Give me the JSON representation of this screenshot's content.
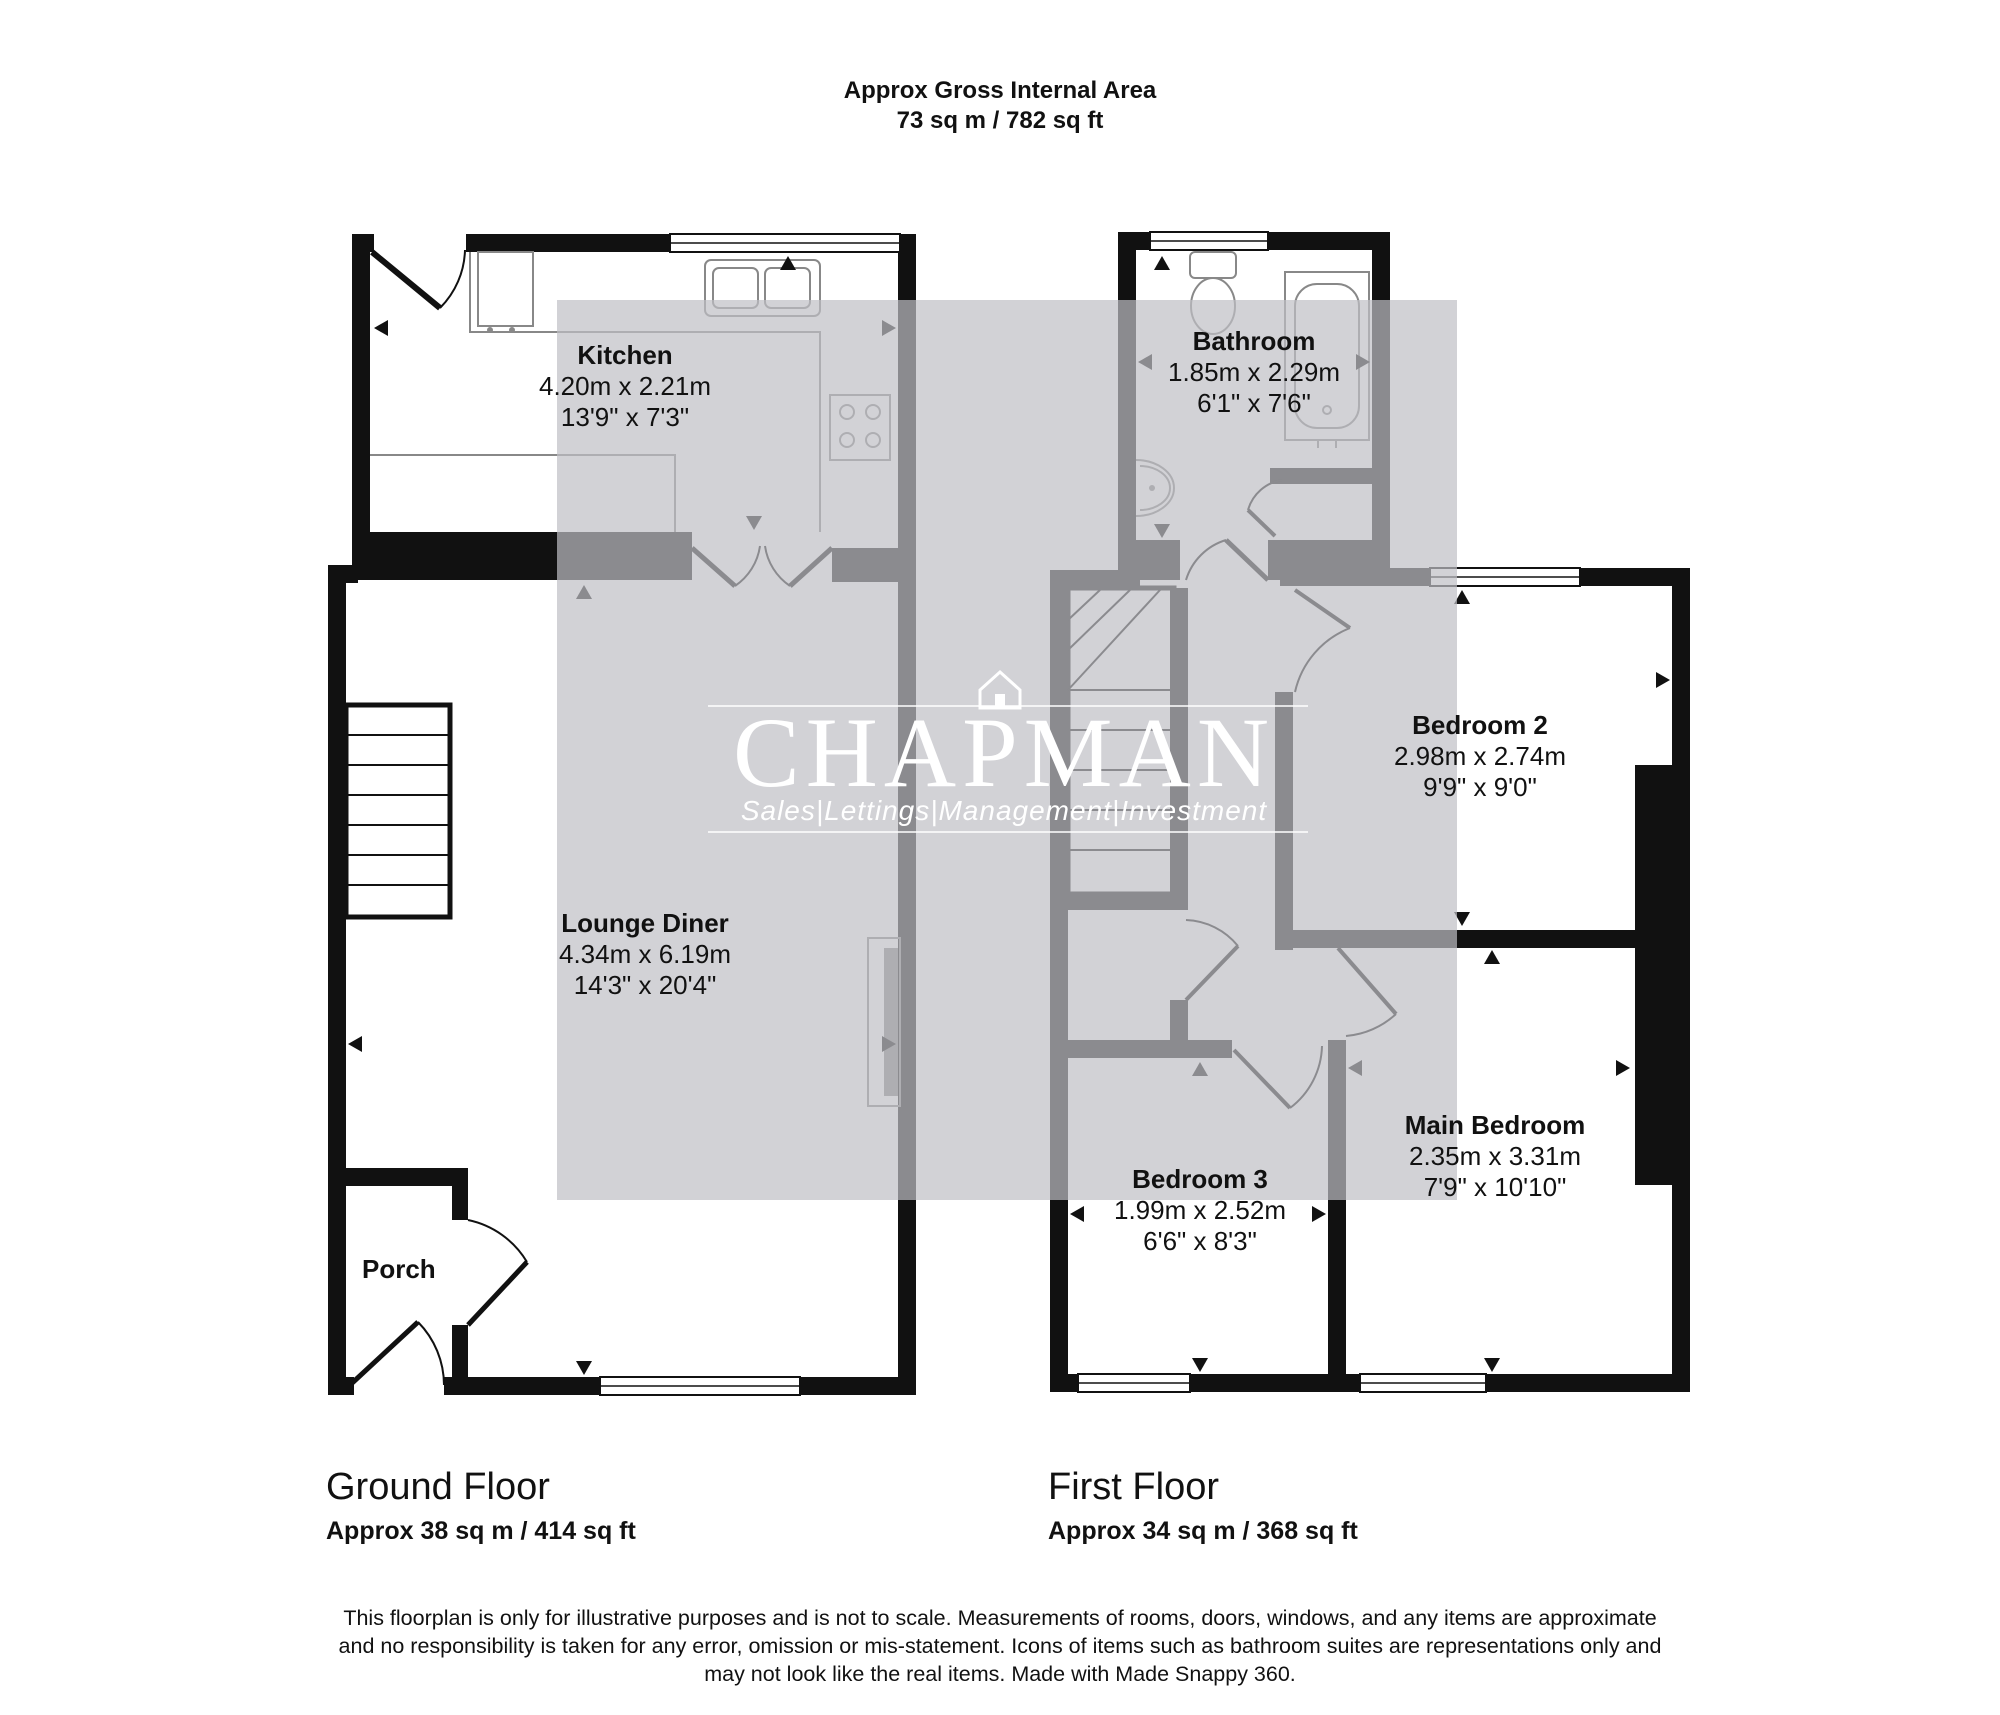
{
  "header": {
    "line1": "Approx Gross Internal Area",
    "line2": "73 sq m / 782 sq ft"
  },
  "rooms": {
    "kitchen": {
      "name": "Kitchen",
      "metric": "4.20m x 2.21m",
      "imperial": "13'9\" x 7'3\""
    },
    "lounge": {
      "name": "Lounge Diner",
      "metric": "4.34m x 6.19m",
      "imperial": "14'3\" x 20'4\""
    },
    "porch": {
      "name": "Porch"
    },
    "bathroom": {
      "name": "Bathroom",
      "metric": "1.85m x 2.29m",
      "imperial": "6'1\" x 7'6\""
    },
    "bedroom2": {
      "name": "Bedroom 2",
      "metric": "2.98m x 2.74m",
      "imperial": "9'9\" x 9'0\""
    },
    "bedroom3": {
      "name": "Bedroom 3",
      "metric": "1.99m x 2.52m",
      "imperial": "6'6\" x 8'3\""
    },
    "main_bedroom": {
      "name": "Main Bedroom",
      "metric": "2.35m x 3.31m",
      "imperial": "7'9\" x 10'10\""
    }
  },
  "floors": {
    "ground": {
      "title": "Ground Floor",
      "area": "Approx 38 sq m / 414 sq ft"
    },
    "first": {
      "title": "First Floor",
      "area": "Approx 34 sq m / 368 sq ft"
    }
  },
  "watermark": {
    "brand": "CHAPMAN",
    "tagline": "Sales|Lettings|Management|Investment"
  },
  "disclaimer": {
    "line1": "This floorplan is only for illustrative purposes and is not to scale. Measurements of rooms, doors, windows, and any items are approximate",
    "line2": "and no responsibility is taken for any error, omission or mis-statement. Icons of items such as bathroom suites are representations only and",
    "line3": "may not look like the real items. Made with Made Snappy 360."
  },
  "colors": {
    "wall": "#111111",
    "watermark_overlay": "#bfbfc4",
    "fixture": "#777777"
  }
}
